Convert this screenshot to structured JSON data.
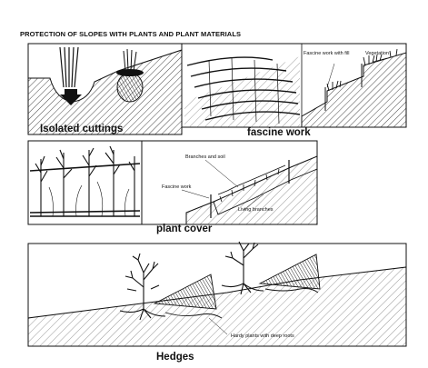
{
  "title": "PROTECTION OF SLOPES WITH PLANTS AND PLANT MATERIALS",
  "panels": {
    "isolated_cuttings": {
      "caption": "Isolated cuttings"
    },
    "fascine_work": {
      "caption": "fascine work",
      "labels": {
        "fill": "Fascine work with fill",
        "vegetation": "Vegetation"
      }
    },
    "plant_cover": {
      "caption": "plant cover",
      "labels": {
        "branches": "Branches and soil",
        "fascine": "Fascine work",
        "living": "Living branches"
      }
    },
    "hedges": {
      "caption": "Hedges",
      "labels": {
        "hardy": "Hardy plants with deep roots"
      }
    }
  },
  "colors": {
    "ink": "#1a1a1a",
    "background": "#ffffff"
  }
}
